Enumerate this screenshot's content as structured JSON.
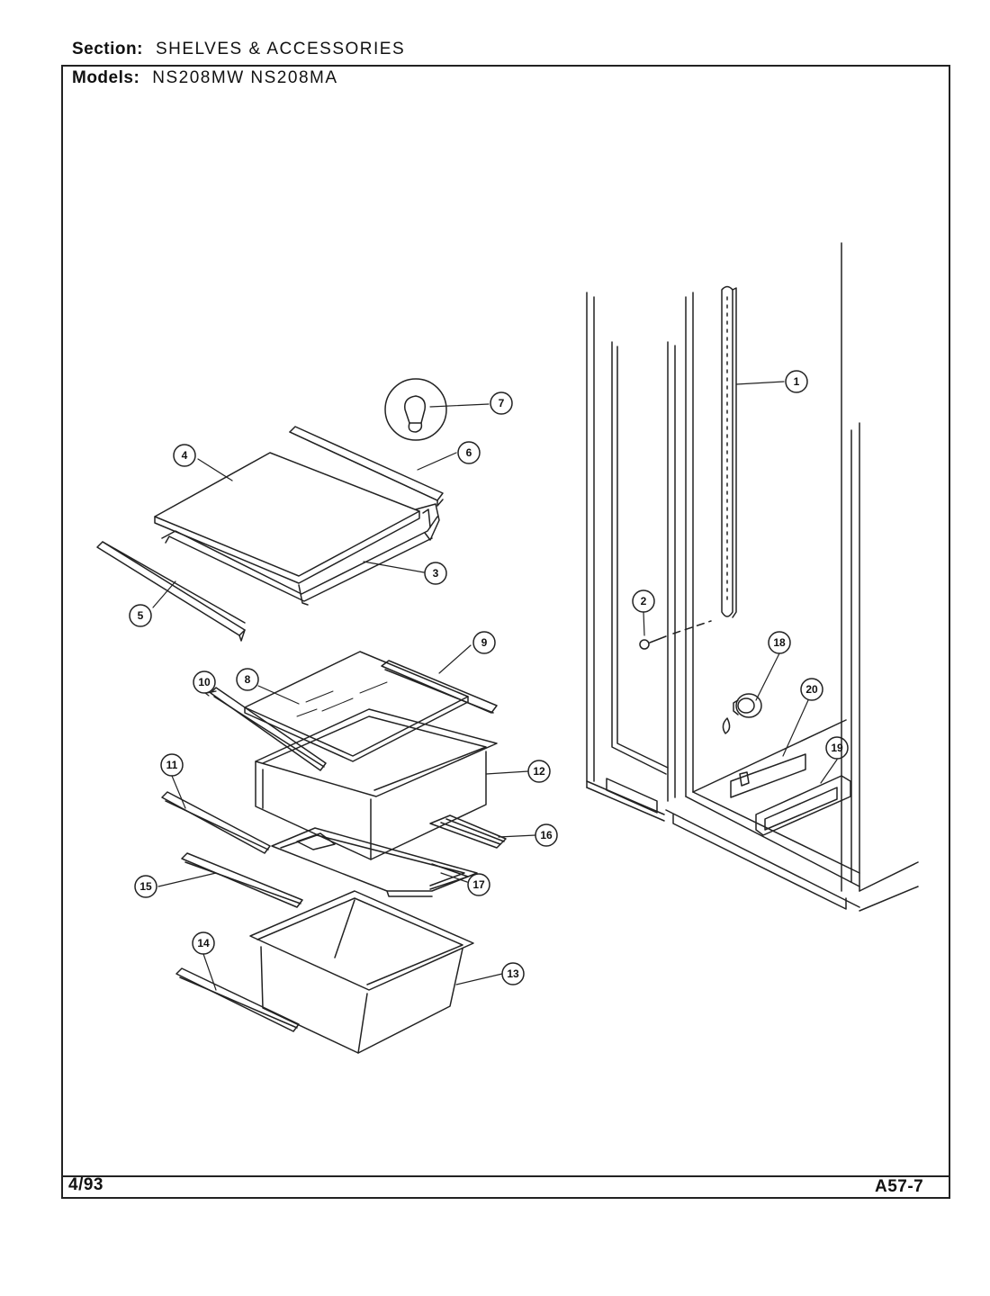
{
  "header": {
    "section_label": "Section:",
    "section_value": "SHELVES & ACCESSORIES",
    "models_label": "Models:",
    "models_value": "NS208MW  NS208MA"
  },
  "footer": {
    "date": "4/93",
    "page_code": "A57-7"
  },
  "callouts": {
    "c1": "1",
    "c2": "2",
    "c3": "3",
    "c4": "4",
    "c5": "5",
    "c6": "6",
    "c7": "7",
    "c8": "8",
    "c9": "9",
    "c10": "10",
    "c11": "11",
    "c12": "12",
    "c13": "13",
    "c14": "14",
    "c15": "15",
    "c16": "16",
    "c17": "17",
    "c18": "18",
    "c19": "19",
    "c20": "20"
  },
  "colors": {
    "ink": "#222222",
    "paper": "#ffffff"
  }
}
